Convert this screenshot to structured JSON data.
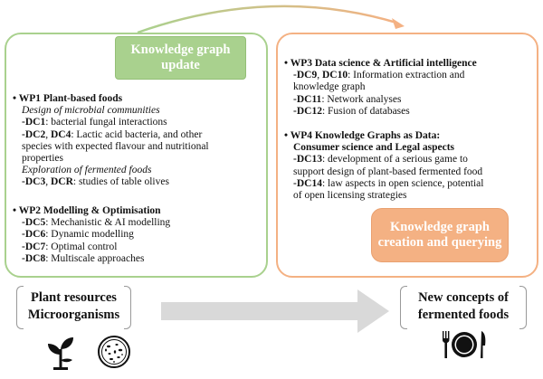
{
  "header": {
    "kg_update": "Knowledge graph update",
    "kg_create": "Knowledge graph creation and querying"
  },
  "left_panel": {
    "wp1_title": "WP1 Plant-based foods",
    "wp1_sub1": "Design of microbial communities",
    "dc1_code": "-DC1",
    "dc1_text": ": bacterial fungal interactions",
    "dc2_code": "-DC2",
    "dc2_sep": ", ",
    "dc4_code": "DC4",
    "dc2_text_1": ": Lactic acid bacteria, and other",
    "dc2_text_2": "species with expected flavour and nutritional",
    "dc2_text_3": "properties",
    "wp1_sub2": "Exploration of fermented foods",
    "dc3_code": "-DC3",
    "dc3_sep": ", ",
    "dcr_code": "DCR",
    "dc3_text": ": studies of table olives",
    "wp2_title": "WP2 Modelling & Optimisation",
    "dc5_code": "-DC5",
    "dc5_text": ": Mechanistic & AI modelling",
    "dc6_code": "-DC6",
    "dc6_text": ": Dynamic modelling",
    "dc7_code": "-DC7",
    "dc7_text": ": Optimal control",
    "dc8_code": "-DC8",
    "dc8_text": ": Multiscale approaches"
  },
  "right_panel": {
    "wp3_title": "WP3 Data science & Artificial intelligence",
    "dc9_code": "-DC9",
    "dc9_sep": ", ",
    "dc10_code": "DC10",
    "dc9_text_1": ": Information extraction and",
    "dc9_text_2": "knowledge graph",
    "dc11_code": "-DC11",
    "dc11_text": ": Network analyses",
    "dc12_code": "-DC12",
    "dc12_text": ": Fusion of databases",
    "wp4_title_1": "WP4 Knowledge Graphs as Data:",
    "wp4_title_2": "Consumer science and Legal aspects",
    "dc13_code": "-DC13",
    "dc13_text_1": ": development of a serious game to",
    "dc13_text_2": "support design of plant-based fermented food",
    "dc14_code": "-DC14",
    "dc14_text_1": ": law aspects in open science, potential",
    "dc14_text_2": "of open licensing strategies"
  },
  "bottom": {
    "plant_line1": "Plant resources",
    "plant_line2": "Microorganisms",
    "concepts_line1": "New concepts of",
    "concepts_line2": "fermented foods"
  },
  "icons": {
    "plant": "plant-icon",
    "petri": "petri-dish-icon",
    "dining": "plate-cutlery-icon"
  },
  "colors": {
    "green": "#a9d18e",
    "orange": "#f4b183",
    "arrow_gray": "#d9d9d9"
  }
}
